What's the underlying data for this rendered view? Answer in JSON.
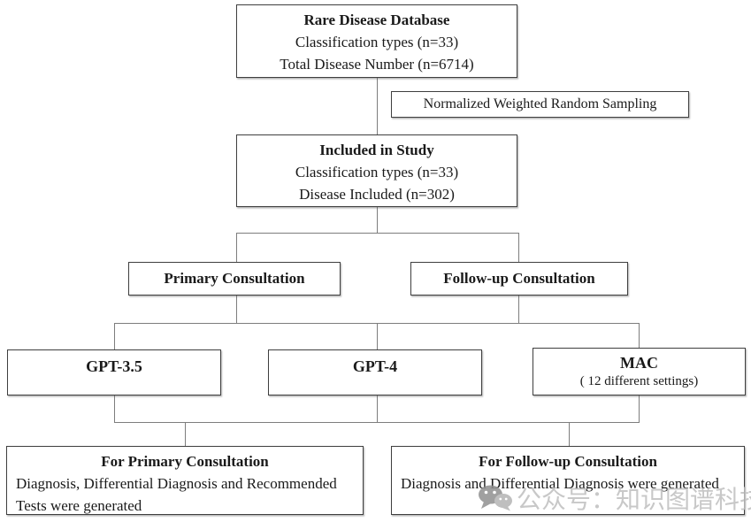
{
  "colors": {
    "background": "#ffffff",
    "box_border": "#3f3f3f",
    "connector_line": "#7d7d7d",
    "text": "#1a1a1a",
    "watermark_text": "#bfbfbf",
    "watermark_icon_dark": "#909090",
    "watermark_icon_light": "#b5b5b5"
  },
  "flowchart": {
    "database": {
      "title": "Rare Disease Database",
      "line1": "Classification types (n=33)",
      "line2": "Total Disease Number (n=6714)"
    },
    "sampling": {
      "label": "Normalized Weighted Random Sampling"
    },
    "included": {
      "title": "Included in Study",
      "line1": "Classification types (n=33)",
      "line2": "Disease Included (n=302)"
    },
    "primary": {
      "title": "Primary Consultation"
    },
    "followup": {
      "title": "Follow-up Consultation"
    },
    "gpt35": {
      "title": "GPT-3.5"
    },
    "gpt4": {
      "title": "GPT-4"
    },
    "mac": {
      "title": "MAC",
      "subtitle": "( 12 different settings)"
    },
    "primary_output": {
      "title": "For Primary Consultation",
      "body": "Diagnosis, Differential Diagnosis and Recommended Tests were generated"
    },
    "followup_output": {
      "title": "For Follow-up Consultation",
      "body": "Diagnosis and Differential Diagnosis were generated"
    }
  },
  "watermark": {
    "icon": "wechat-icon",
    "text": "公众号：知识图谱科技"
  }
}
